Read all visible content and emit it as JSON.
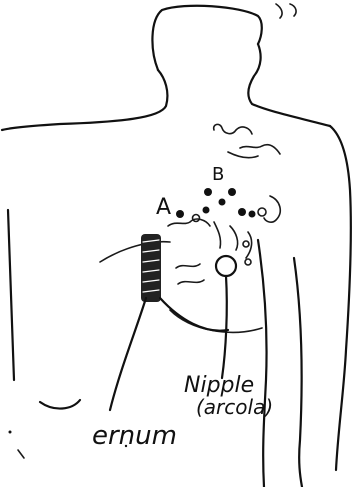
{
  "labels": {
    "a": "A",
    "b": "B",
    "nipple_line1": "Nipple",
    "nipple_line2": "(arcola)",
    "sternum": "ernum"
  },
  "ink_color": "#111111"
}
